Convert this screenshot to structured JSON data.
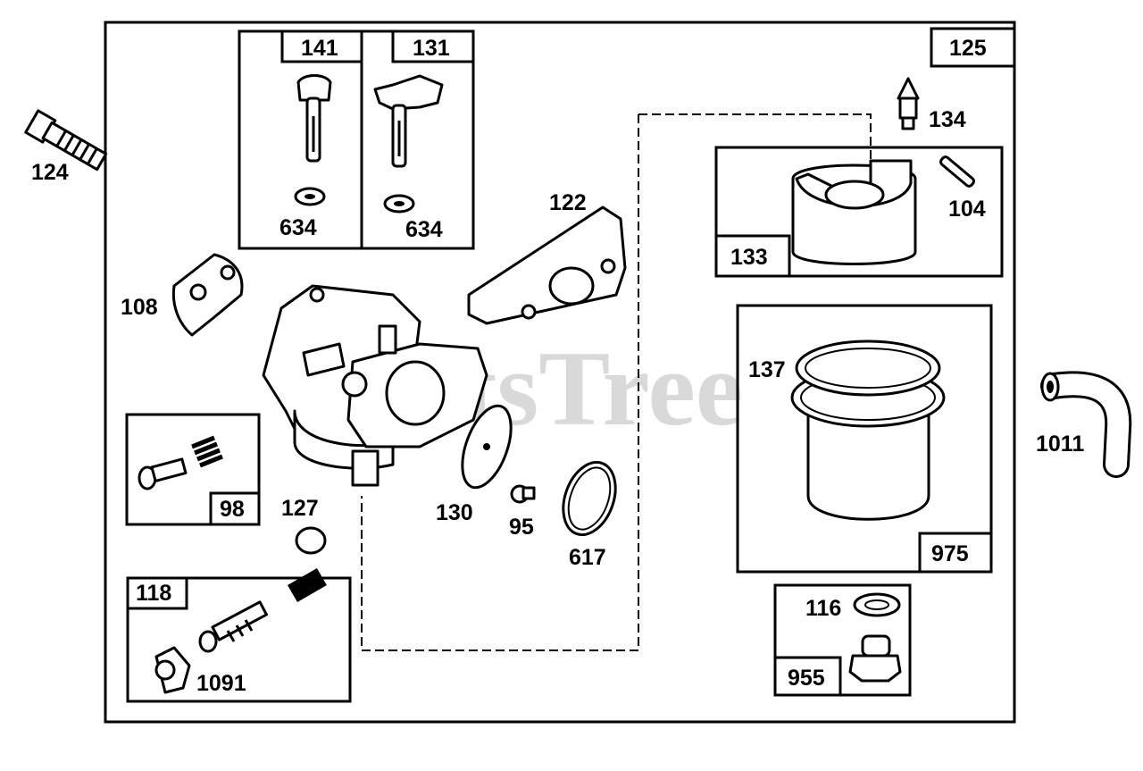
{
  "watermark": "PartsTree",
  "callouts": {
    "p124": "124",
    "p141": "141",
    "p131": "131",
    "p634a": "634",
    "p634b": "634",
    "p125": "125",
    "p134": "134",
    "p122": "122",
    "p104": "104",
    "p133": "133",
    "p108": "108",
    "p137": "137",
    "p1011": "1011",
    "p98": "98",
    "p127": "127",
    "p130": "130",
    "p95": "95",
    "p617": "617",
    "p975": "975",
    "p118": "118",
    "p116": "116",
    "p1091": "1091",
    "p955": "955"
  }
}
